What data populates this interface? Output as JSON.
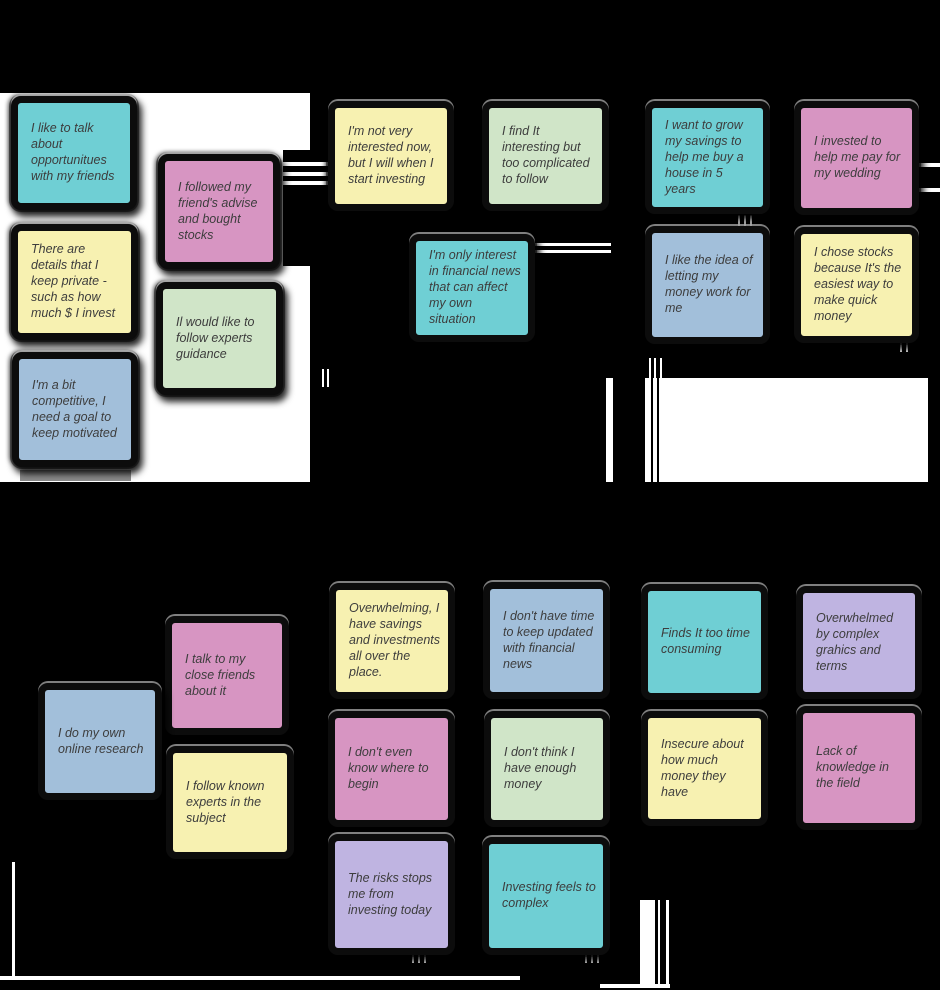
{
  "board": {
    "description": "Affinity map of user research sticky notes, investing attitudes",
    "background_color": "#000000",
    "patch_color": "#ffffff",
    "gray_bar_color": "#8b8b8b",
    "note_border_color": "#0c0c0c",
    "note_text_color": "#3d3d3d"
  },
  "colors": {
    "teal": "#6fcfd4",
    "pink": "#d795c2",
    "yellow": "#f7f1b1",
    "green": "#d0e5c8",
    "blue": "#a2bfda",
    "purple": "#bfb4e1"
  },
  "notes": [
    {
      "group": 1,
      "color": "teal",
      "text": "I like to talk about opportunitues with my friends"
    },
    {
      "group": 1,
      "color": "pink",
      "text": "I followed my friend's advise and bought stocks"
    },
    {
      "group": 1,
      "color": "yellow",
      "text": "There are details that I keep private - such as how much $ I invest"
    },
    {
      "group": 1,
      "color": "green",
      "text": "Il would like to follow experts guidance"
    },
    {
      "group": 1,
      "color": "blue",
      "text": "I'm a bit competitive, I need a goal to keep motivated"
    },
    {
      "group": 2,
      "color": "yellow",
      "text": "I'm not very interested now, but I will when I start investing"
    },
    {
      "group": 2,
      "color": "green",
      "text": "I find It interesting but too complicated to follow"
    },
    {
      "group": 2,
      "color": "teal",
      "text": "I'm only interest in financial news that can affect my own situation"
    },
    {
      "group": 3,
      "color": "teal",
      "text": "I want to grow my savings to help me buy a house in 5 years"
    },
    {
      "group": 3,
      "color": "pink",
      "text": "I invested to help me pay for my wedding"
    },
    {
      "group": 3,
      "color": "blue",
      "text": "I like the idea of letting my money work for me"
    },
    {
      "group": 3,
      "color": "yellow",
      "text": "I chose stocks because It's the easiest way to make quick money"
    },
    {
      "group": 4,
      "color": "pink",
      "text": "I talk to my close friends about it"
    },
    {
      "group": 4,
      "color": "blue",
      "text": "I do my own online research"
    },
    {
      "group": 4,
      "color": "yellow",
      "text": "I follow known experts in the subject"
    },
    {
      "group": 5,
      "color": "yellow",
      "text": "Overwhelming, I have savings and investments all over the place."
    },
    {
      "group": 5,
      "color": "pink",
      "text": "I don't even know where to begin"
    },
    {
      "group": 5,
      "color": "purple",
      "text": "The risks stops me from investing today"
    },
    {
      "group": 6,
      "color": "blue",
      "text": "I don't have time to keep updated with financial news"
    },
    {
      "group": 6,
      "color": "green",
      "text": "I don't think I have enough money"
    },
    {
      "group": 6,
      "color": "teal",
      "text": "Investing feels to complex"
    },
    {
      "group": 7,
      "color": "teal",
      "text": "Finds It too time consuming"
    },
    {
      "group": 7,
      "color": "purple",
      "text": "Overwhelmed by complex grahics and terms"
    },
    {
      "group": 7,
      "color": "yellow",
      "text": "Insecure about how much money they have"
    },
    {
      "group": 7,
      "color": "pink",
      "text": "Lack of knowledge in the field"
    }
  ]
}
